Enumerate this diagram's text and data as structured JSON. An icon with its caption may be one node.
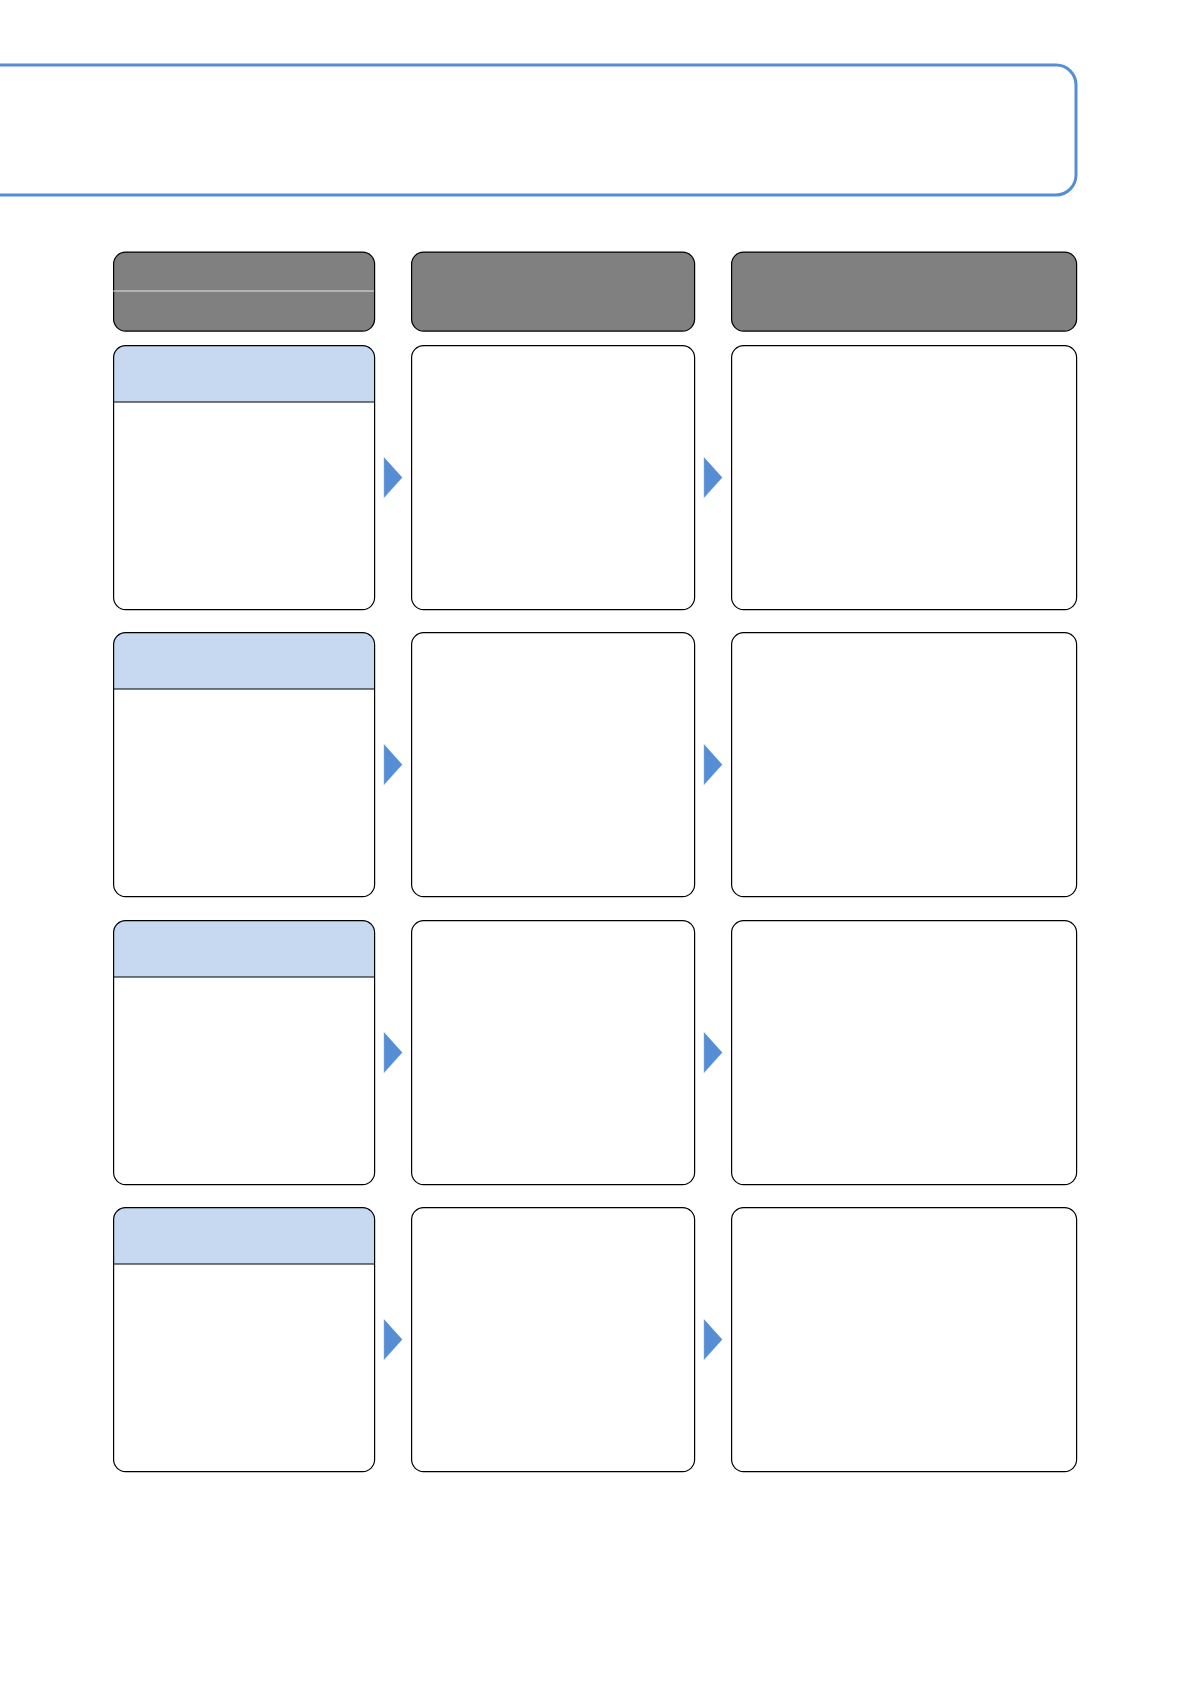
{
  "diagram": {
    "nodes": [
      {
        "text": [],
        "shape": "box"
      },
      {
        "text": [],
        "shape": "box"
      },
      {
        "text": [],
        "shape": "box"
      },
      {
        "text": [],
        "shape": "box"
      },
      {
        "text": [],
        "shape": "box"
      },
      {
        "text": [],
        "shape": "bar",
        "in": 4
      },
      {
        "text": [],
        "shape": "box"
      },
      {
        "text": [],
        "shape": "box"
      },
      {
        "text": [],
        "shape": "box"
      },
      {
        "text": [],
        "shape": "bar",
        "in": 8
      },
      {
        "text": [],
        "shape": "box"
      },
      {
        "text": [],
        "shape": "box"
      },
      {
        "text": [],
        "shape": "box"
      },
      {
        "text": [],
        "shape": "bar",
        "in": 12
      },
      {
        "text": [],
        "shape": "box"
      },
      {
        "text": [],
        "shape": "box"
      },
      {
        "text": [],
        "shape": "box"
      },
      {
        "text": [],
        "shape": "bar",
        "in": 16
      },
      {
        "text": [],
        "shape": "box"
      },
      {
        "text": [],
        "shape": "box"
      }
    ],
    "edges": [
      {
        "from": 4,
        "to": 6,
        "arrow": "to"
      },
      {
        "from": 6,
        "to": 7,
        "arrow": "to"
      },
      {
        "from": 8,
        "to": 10,
        "arrow": "to"
      },
      {
        "from": 10,
        "to": 11,
        "arrow": "to"
      },
      {
        "from": 12,
        "to": 14,
        "arrow": "to"
      },
      {
        "from": 14,
        "to": 15,
        "arrow": "to"
      },
      {
        "from": 16,
        "to": 18,
        "arrow": "to"
      },
      {
        "from": 18,
        "to": 19,
        "arrow": "to"
      }
    ]
  }
}
